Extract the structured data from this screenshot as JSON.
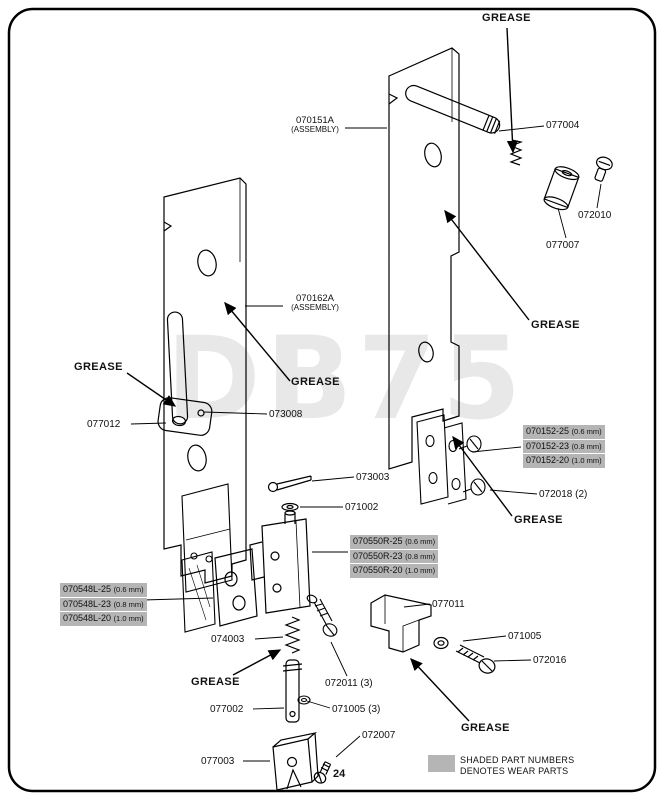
{
  "watermark": "DB75",
  "page_number": "24",
  "grease": [
    "GREASE",
    "GREASE",
    "GREASE",
    "GREASE",
    "GREASE",
    "GREASE",
    "GREASE"
  ],
  "assemblies": {
    "right": {
      "pn": "070151A",
      "sub": "(ASSEMBLY)"
    },
    "left": {
      "pn": "070162A",
      "sub": "(ASSEMBLY)"
    }
  },
  "part_labels": {
    "p077004": "077004",
    "p072010": "072010",
    "p077007": "077007",
    "p077012": "077012",
    "p073008": "073008",
    "p072018": "072018 (2)",
    "p073003": "073003",
    "p071002": "071002",
    "p077011": "077011",
    "p074003": "074003",
    "p071005": "071005",
    "p072016": "072016",
    "p072011x3": "072011 (3)",
    "p077002": "077002",
    "p071005x3": "071005 (3)",
    "p072007": "072007",
    "p077003": "077003"
  },
  "wear_part_groups": {
    "g070152": [
      {
        "pn": "070152-25",
        "size": "(0.6 mm)"
      },
      {
        "pn": "070152-23",
        "size": "(0.8 mm)"
      },
      {
        "pn": "070152-20",
        "size": "(1.0 mm)"
      }
    ],
    "g070550R": [
      {
        "pn": "070550R-25",
        "size": "(0.6 mm)"
      },
      {
        "pn": "070550R-23",
        "size": "(0.8 mm)"
      },
      {
        "pn": "070550R-20",
        "size": "(1.0 mm)"
      }
    ],
    "g070548L": [
      {
        "pn": "070548L-25",
        "size": "(0.6 mm)"
      },
      {
        "pn": "070548L-23",
        "size": "(0.8 mm)"
      },
      {
        "pn": "070548L-20",
        "size": "(1.0 mm)"
      }
    ]
  },
  "legend": {
    "line1": "SHADED PART NUMBERS",
    "line2": "DENOTES WEAR PARTS"
  },
  "colors": {
    "shaded_bg": "#b5b5b5",
    "watermark": "#e8e8e8",
    "line": "#000000"
  }
}
